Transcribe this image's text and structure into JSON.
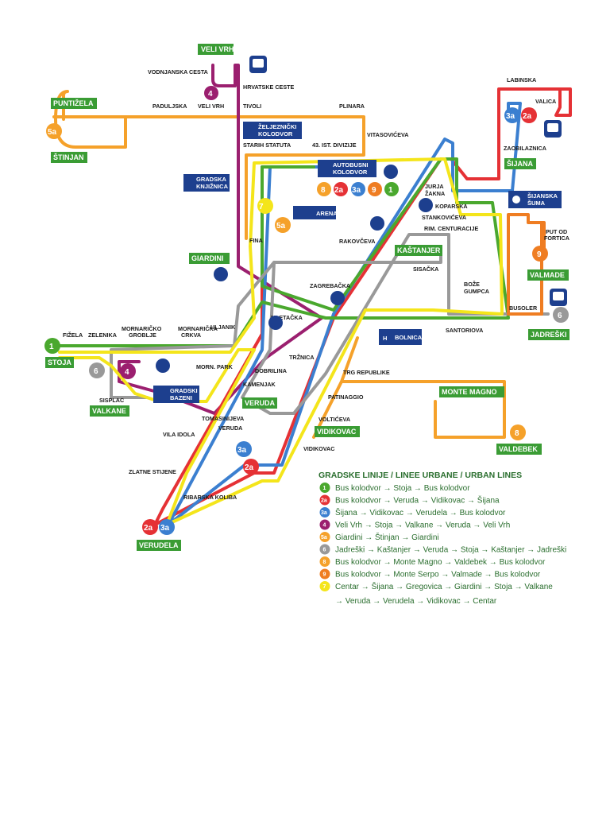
{
  "colors": {
    "line1": "#4aa82e",
    "line2a": "#e53135",
    "line3a": "#3b7fd0",
    "line4": "#9b1f6f",
    "line5a": "#f5a12a",
    "line6": "#999999",
    "line8": "#f5a12a",
    "line9": "#ef7d22",
    "line7": "#f4e51b",
    "district_tag": "#3a9c34",
    "poi_tag": "#1d3f8e",
    "legend_text": "#2a6e2e"
  },
  "districts": {
    "veli_vrh": "VELI VRH",
    "puntizela": "PUNTIŽELA",
    "stinjan": "ŠTINJAN",
    "sijana": "ŠIJANA",
    "giardini": "GIARDINI",
    "kastanjer": "KAŠTANJER",
    "valmade": "VALMADE",
    "jadreski": "JADREŠKI",
    "stoja": "STOJA",
    "valkane": "VALKANE",
    "veruda": "VERUDA",
    "vidikovac": "VIDIKOVAC",
    "monte_magno": "MONTE MAGNO",
    "valdebek": "VALDEBEK",
    "verudela": "VERUDELA"
  },
  "pois": {
    "zeljeznicki": [
      "ŽELJEZNIČKI",
      "KOLODVOR"
    ],
    "autobusni": [
      "AUTOBUSNI",
      "KOLODVOR"
    ],
    "knjiznica": [
      "GRADSKA",
      "KNJIŽNICA"
    ],
    "arena": "ARENA",
    "sijanska_suma": [
      "ŠIJANSKA",
      "ŠUMA"
    ],
    "bolnica": "BOLNICA",
    "bazeni": [
      "GRADSKI",
      "BAZENI"
    ]
  },
  "stops": {
    "vodnjanska": "VODNJANSKA CESTA",
    "hrvatske": "HRVATSKE CESTE",
    "paduljska": "PADULJSKA",
    "velivrh": "VELI VRH",
    "tivoli": "TIVOLI",
    "plinara": "PLINARA",
    "labinska": "LABINSKA",
    "valica": "VALICA",
    "vitasoviceva": "VITASOVIĆEVA",
    "zaobilaznica": "ZAOBILAZNICA",
    "starih_statuta": "STARIH STATUTA",
    "divizije": "43. IST. DIVIZIJE",
    "jurja": [
      "JURJA",
      "ŽAKNA"
    ],
    "koparska": "KOPARSKA",
    "stankoviceva": "STANKOVIĆEVA",
    "rim_centuracije": "RIM. CENTURACIJE",
    "rakovceva": "RAKOVČEVA",
    "put_od_fortica": [
      "PUT OD",
      "FORTICA"
    ],
    "fina": "FINA",
    "sisacka": "SISAČKA",
    "boze_gumpca": [
      "BOŽE",
      "GUMPCA"
    ],
    "busoler": "BUSOLER",
    "zagrebacka": "ZAGREBAČKA",
    "mletacka": "MLETAČKA",
    "santoriova": "SANTORIOVA",
    "fizela": "FIŽELA",
    "zelenika": "ZELENIKA",
    "mornaricko_groblje": [
      "MORNARIČKO",
      "GROBLJE"
    ],
    "mornaricka_crkva": [
      "MORNARIČKA",
      "CRKVA"
    ],
    "uljanik": "ULJANIK",
    "trznica": "TRŽNICA",
    "morn_park": "MORN. PARK",
    "dobrilina": "DOBRILINA",
    "trg_republike": "TRG REPUBLIKE",
    "kamenjak": "KAMENJAK",
    "sisplac": "SISPLAC",
    "patinaggio": "PATINAGGIO",
    "tomasinijeva": "TOMASINIJEVA",
    "veruda_stop": "VERUDA",
    "volticeva": "VOLTIĆEVA",
    "vila_idola": "VILA IDOLA",
    "vidikovac_stop": "VIDIKOVAC",
    "zlatne_stijene": "ZLATNE STIJENE",
    "ribarska_koliba": "RIBARSKA KOLIBA"
  },
  "badges": {
    "b1": "1",
    "b2a": "2a",
    "b3a": "3a",
    "b4": "4",
    "b5a": "5a",
    "b6": "6",
    "b7": "7",
    "b8": "8",
    "b9": "9"
  },
  "legend": {
    "title": "GRADSKE LINIJE / LINEE URBANE / URBAN LINES",
    "items": [
      {
        "line": "1",
        "color": "#4aa82e",
        "text": "Bus kolodvor → Stoja → Bus kolodvor"
      },
      {
        "line": "2a",
        "color": "#e53135",
        "text": "Bus kolodvor → Veruda → Vidikovac → Šijana"
      },
      {
        "line": "3a",
        "color": "#3b7fd0",
        "text": "Šijana → Vidikovac → Verudela → Bus kolodvor"
      },
      {
        "line": "4",
        "color": "#9b1f6f",
        "text": "Veli Vrh → Stoja → Valkane → Veruda → Veli Vrh"
      },
      {
        "line": "5a",
        "color": "#f5a12a",
        "text": "Giardini → Štinjan → Giardini"
      },
      {
        "line": "6",
        "color": "#999999",
        "text": "Jadreški → Kaštanjer → Veruda → Stoja → Kaštanjer → Jadreški"
      },
      {
        "line": "8",
        "color": "#f5a12a",
        "text": "Bus kolodvor → Monte Magno → Valdebek → Bus kolodvor"
      },
      {
        "line": "9",
        "color": "#ef7d22",
        "text": "Bus kolodvor → Monte Serpo → Valmade → Bus kolodvor"
      },
      {
        "line": "7",
        "color": "#f4e51b",
        "text": "Centar → Šijana → Gregovica → Giardini → Stoja → Valkane"
      }
    ],
    "continuation": "→ Veruda → Verudela → Vidikovac → Centar"
  }
}
